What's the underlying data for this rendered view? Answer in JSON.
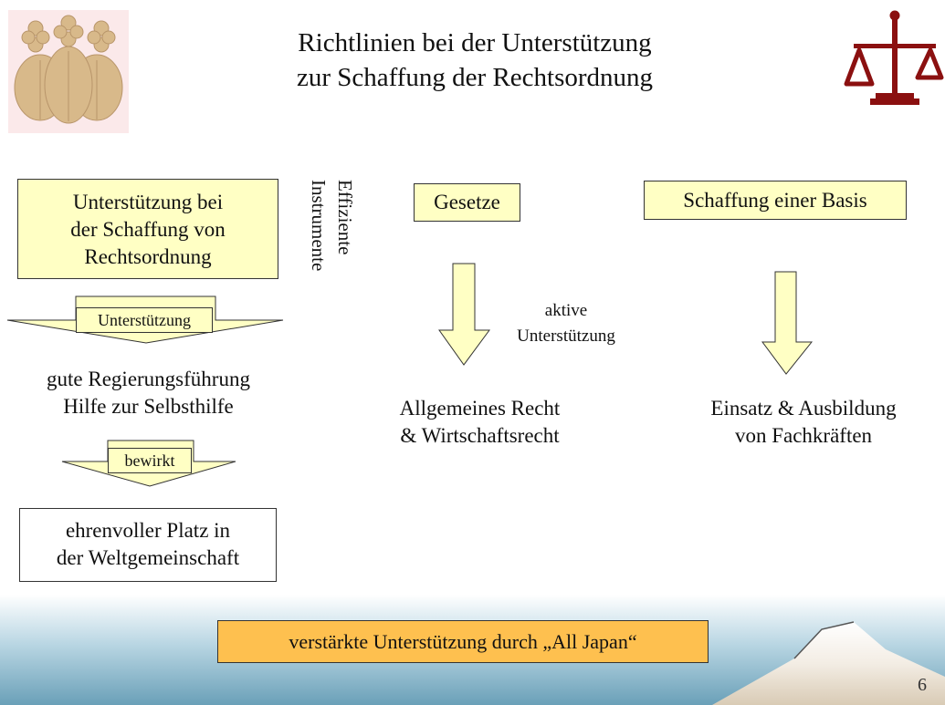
{
  "title": {
    "line1": "Richtlinien bei der Unterstützung",
    "line2": "zur Schaffung der Rechtsordnung"
  },
  "left_column": {
    "box_lines": [
      "Unterstützung bei",
      "der Schaffung von",
      "Rechtsordnung"
    ],
    "arrow1_label": "Unterstützung",
    "middle_lines": [
      "gute Regierungsführung",
      "Hilfe zur Selbsthilfe"
    ],
    "arrow2_label": "bewirkt",
    "result_lines": [
      "ehrenvoller Platz in",
      "der Weltgemeinschaft"
    ]
  },
  "vertical_label": {
    "line1": "Effiziente",
    "line2": "Instrumente"
  },
  "gesetze": {
    "box_label": "Gesetze",
    "arrow_label_lines": [
      "aktive",
      "Unterstützung"
    ],
    "result_lines": [
      "Allgemeines Recht",
      "& Wirtschaftsrecht"
    ]
  },
  "basis": {
    "box_label": "Schaffung einer Basis",
    "result_lines": [
      "Einsatz & Ausbildung",
      "von Fachkräften"
    ]
  },
  "footer": {
    "banner_text": "verstärkte Unterstützung durch „All Japan“",
    "page_number": "6"
  },
  "colors": {
    "pale_yellow": "#ffffc4",
    "orange": "#fec04f",
    "seal_pink": "#fbe9ea",
    "seal_tan": "#d8b98a",
    "scale_red": "#8b1010",
    "band_blue": "#6aa0b8"
  },
  "icons": {
    "seal": "paulownia-crest-icon",
    "scale": "justice-scale-icon",
    "mountain": "mount-fuji-icon"
  }
}
